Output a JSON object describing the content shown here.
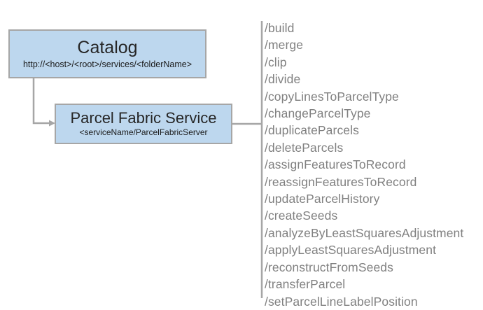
{
  "diagram": {
    "nodes": [
      {
        "id": "catalog",
        "title": "Catalog",
        "subtitle": "http://<host>/<root>/services/<folderName>"
      },
      {
        "id": "parcel-fabric-service",
        "title": "Parcel Fabric Service",
        "subtitle": "<serviceName/ParcelFabricServer"
      }
    ],
    "operations": [
      "/build",
      "/merge",
      "/clip",
      "/divide",
      "/copyLinesToParcelType",
      "/changeParcelType",
      "/duplicateParcels",
      "/deleteParcels",
      "/assignFeaturesToRecord",
      "/reassignFeaturesToRecord",
      "/updateParcelHistory",
      "/createSeeds",
      "/analyzeByLeastSquaresAdjustment",
      "/applyLeastSquaresAdjustment",
      "/reconstructFromSeeds",
      "/transferParcel",
      "/setParcelLineLabelPosition"
    ],
    "colors": {
      "box_fill": "#bdd7ee",
      "box_border": "#a6a6a6",
      "connector": "#a6a6a6",
      "operation_text": "#808080",
      "background": "#ffffff"
    }
  }
}
